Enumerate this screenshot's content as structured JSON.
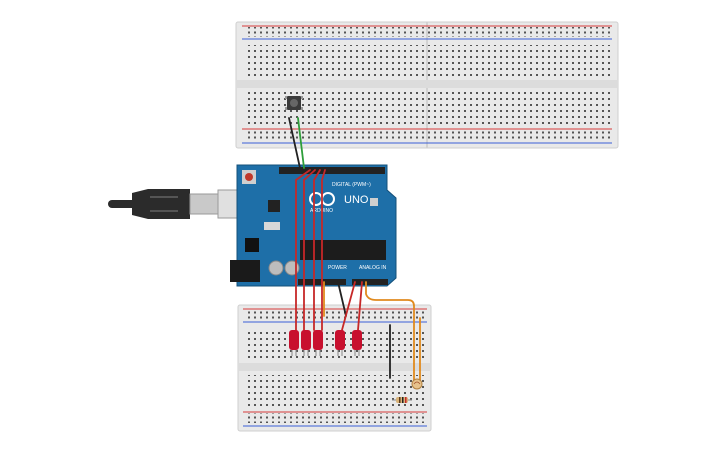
{
  "canvas": {
    "background": "#ffffff"
  },
  "board": {
    "logo": "ARDUINO",
    "model": "UNO",
    "header_digital": "DIGITAL (PWM~)",
    "header_power": "POWER",
    "header_analog": "ANALOG IN",
    "color": "#1e6fa8"
  },
  "breadboards": {
    "color": "#e9e9e9",
    "rail_red": "#d63b3b",
    "rail_blue": "#3b5fd6"
  },
  "components": {
    "leds": {
      "count": 5,
      "color": "#c8102e"
    },
    "usb_cable": {
      "icon": "usb-plug-icon",
      "color": "#2b2b2b"
    },
    "pushbutton": {
      "icon": "pushbutton-icon"
    },
    "photoresistor": {
      "icon": "photoresistor-icon"
    },
    "resistor": {
      "icon": "resistor-icon"
    }
  },
  "wire_colors": {
    "red": "#c62828",
    "black": "#222222",
    "green": "#2e9e3a",
    "orange": "#e08a1e"
  }
}
